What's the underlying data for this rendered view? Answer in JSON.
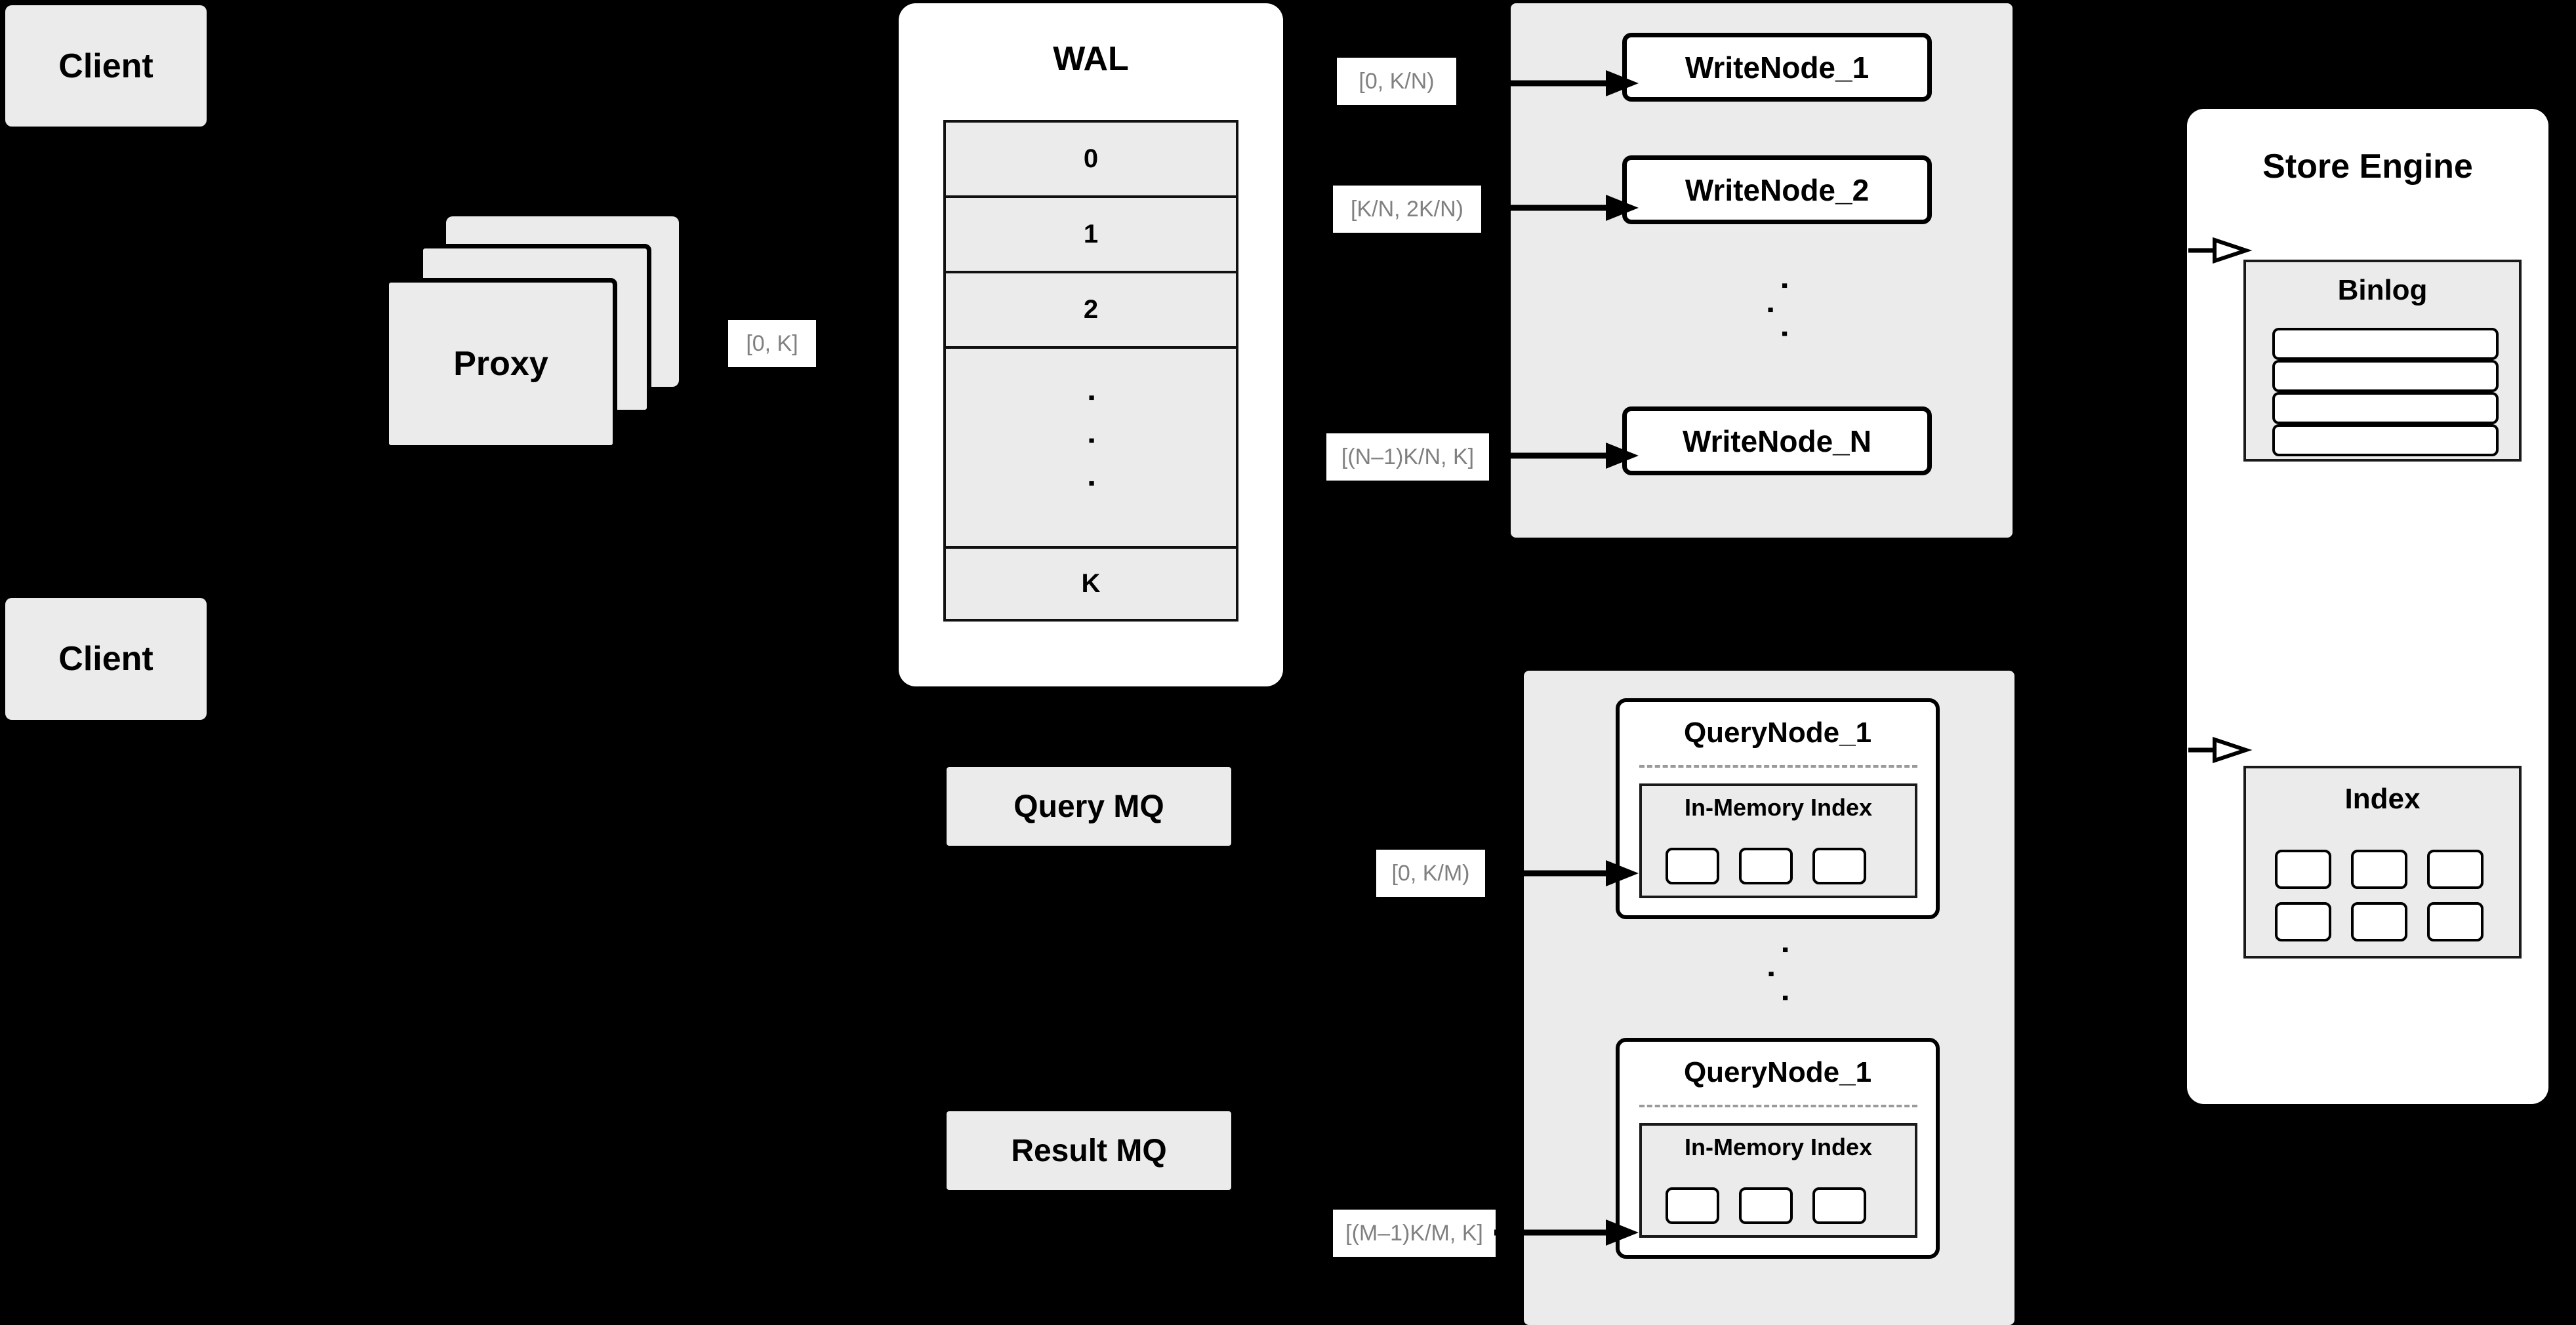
{
  "diagram": {
    "title": "Distributed vector database write/query architecture",
    "background_color": "#000000",
    "box_fill": "#ebebeb",
    "panel_fill": "#ffffff",
    "label_text_color": "#808080",
    "border_color": "#000000"
  },
  "clients": [
    {
      "label": "Client"
    },
    {
      "label": "Client"
    }
  ],
  "proxy": {
    "label": "Proxy",
    "stack_count": 3
  },
  "wal": {
    "title": "WAL",
    "rows": [
      {
        "label": "0"
      },
      {
        "label": "1"
      },
      {
        "label": "2"
      },
      {
        "label": "· · ·",
        "is_ellipsis": true
      },
      {
        "label": "K"
      }
    ]
  },
  "queues": [
    {
      "label": "Query MQ",
      "name": "query-mq"
    },
    {
      "label": "Result MQ",
      "name": "result-mq"
    }
  ],
  "write_cluster": {
    "nodes": [
      {
        "label": "WriteNode_1",
        "range": "[0,  K/N)"
      },
      {
        "label": "WriteNode_2",
        "range": "[K/N, 2K/N)"
      },
      {
        "label": "WriteNode_N",
        "range": "[(N–1)K/N,  K]"
      }
    ],
    "ellipsis": "· · ·"
  },
  "query_cluster": {
    "nodes": [
      {
        "label": "QueryNode_1",
        "range": "[0, K/M)",
        "index": {
          "label": "In-Memory Index",
          "slots": 3
        }
      },
      {
        "label": "QueryNode_1",
        "range": "[(M–1)K/M, K]",
        "index": {
          "label": "In-Memory Index",
          "slots": 3
        }
      }
    ],
    "ellipsis": "· · ·"
  },
  "store_engine": {
    "title": "Store Engine",
    "binlog": {
      "label": "Binlog",
      "rows": 4
    },
    "index": {
      "label": "Index",
      "slots": 6
    }
  },
  "proxy_range_label": "[0, K]"
}
